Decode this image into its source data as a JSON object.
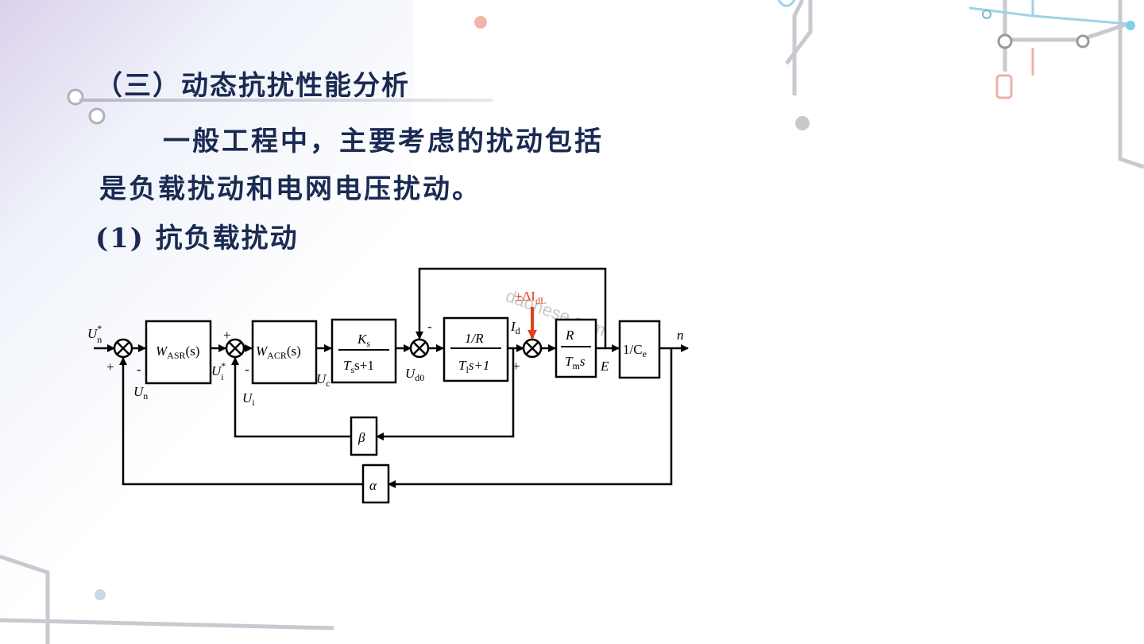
{
  "heading": "（三）动态抗扰性能分析",
  "paragraph_line1": "一般工程中，主要考虑的扰动包括",
  "paragraph_line2": "是负载扰动和电网电压扰动。",
  "subheading": "(1) 抗负载扰动",
  "watermark": "daonese.com",
  "diagram": {
    "disturbance": "±ΔI",
    "disturbance_sub": "dL",
    "input_label": "U",
    "input_sup": "*",
    "input_sub": "n",
    "output_label": "n",
    "asr_block": "W",
    "asr_sub": "ASR",
    "asr_tail": "(s)",
    "acr_block": "W",
    "acr_sub": "ACR",
    "acr_tail": "(s)",
    "converter_num": "K",
    "converter_num_sub": "s",
    "converter_den_a": "T",
    "converter_den_sub": "s",
    "converter_den_b": "s+1",
    "armature_num": "1/R",
    "armature_den_a": "T",
    "armature_den_sub": "l",
    "armature_den_b": "s+1",
    "mech_num": "R",
    "mech_den_a": "T",
    "mech_den_sub": "m",
    "mech_den_b": "s",
    "emf_block": "1/C",
    "emf_sub": "e",
    "beta": "β",
    "alpha": "α",
    "sig_un": "U",
    "sig_un_sub": "n",
    "sig_ui_star": "U",
    "sig_ui_star_sup": "*",
    "sig_ui_star_sub": "i",
    "sig_ui": "U",
    "sig_ui_sub": "i",
    "sig_uc": "U",
    "sig_uc_sub": "c",
    "sig_ud0": "U",
    "sig_ud0_sub": "d0",
    "sig_id": "I",
    "sig_id_sub": "d",
    "sig_e": "E",
    "plus": "+",
    "minus": "-"
  },
  "colors": {
    "text": "#1a2a52",
    "disturbance": "#e0411c",
    "line": "#000000"
  }
}
